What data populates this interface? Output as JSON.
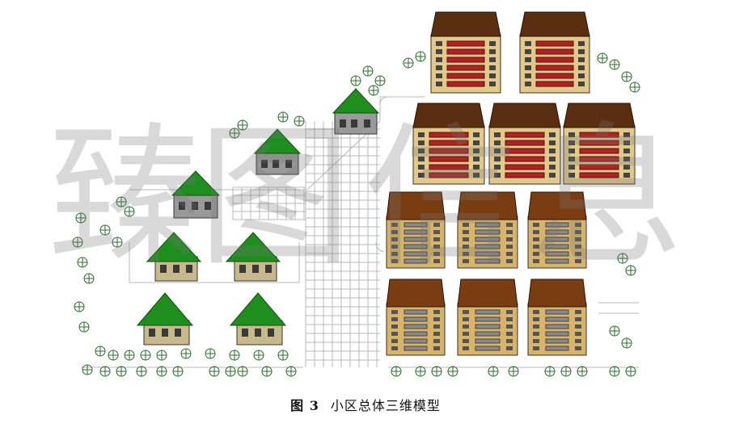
{
  "figure": {
    "label": "图 3",
    "title": "小区总体三维模型"
  },
  "watermark": {
    "chars": [
      "臻",
      "图",
      "信",
      "息"
    ]
  },
  "colors": {
    "roof_green": "#1e8f1e",
    "roof_brown": "#5a2e10",
    "brick_red": "#b22222",
    "facade_tan": "#d7b46a",
    "tree_outline": "#2b6b2b",
    "road_grid": "#b9b9b9"
  }
}
